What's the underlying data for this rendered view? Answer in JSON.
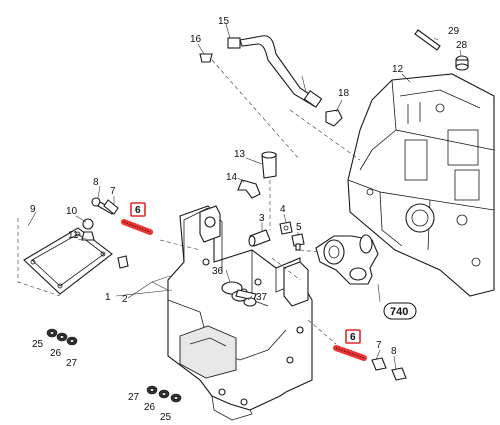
{
  "callouts": {
    "c1": "1",
    "c2": "2",
    "c3": "3",
    "c4": "4",
    "c5": "5",
    "c6a": "6",
    "c6b": "6",
    "c7a": "7",
    "c7b": "7",
    "c8a": "8",
    "c8b": "8",
    "c9": "9",
    "c10": "10",
    "c11": "11",
    "c12": "12",
    "c13": "13",
    "c14": "14",
    "c15": "15",
    "c16": "16",
    "c18": "18",
    "c25a": "25",
    "c25b": "25",
    "c26a": "26",
    "c26b": "26",
    "c27a": "27",
    "c27b": "27",
    "c28": "28",
    "c29": "29",
    "c36": "36",
    "c37": "37"
  },
  "reference_label": "740",
  "highlight": {
    "color": "#e0282c",
    "spring_color": "#ee3333"
  }
}
